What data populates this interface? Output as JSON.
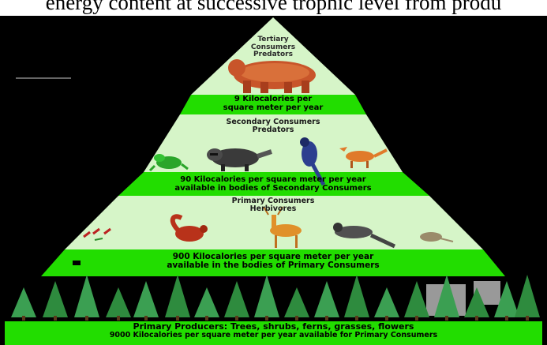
{
  "caption": "energy content at successive trophic level from produ",
  "tertiary": {
    "title_line1": "Tertiary",
    "title_line2": "Consumers",
    "title_line3": "Predators",
    "energy_line1": "9 Kilocalories per",
    "energy_line2": "square meter per year"
  },
  "secondary": {
    "title_line1": "Secondary Consumers",
    "title_line2": "Predators",
    "energy_line1": "90 Kilocalories per square meter per year",
    "energy_line2": "available in bodies of Secondary Consumers"
  },
  "primary": {
    "title_line1": "Primary Consumers",
    "title_line2": "Herbivores",
    "energy_line1": "900 Kilocalories per square meter per year",
    "energy_line2": "available in the bodies of Primary Consumers"
  },
  "producers": {
    "title": "Primary Producers:  Trees, shrubs, ferns, grasses, flowers",
    "energy": "9000 Kilocalories per square meter per year available for Primary Consumers"
  },
  "colors": {
    "level_fill": "#d6f5c8",
    "band": "#22dd00",
    "background": "#000000",
    "trees": "#2e8b3e"
  },
  "icons": [
    "bear-icon",
    "frog-icon",
    "raccoon-icon",
    "blue-jay-icon",
    "fox-icon",
    "insects-icon",
    "squirrel-icon",
    "deer-icon",
    "crow-icon",
    "mouse-icon",
    "pine-tree-icon"
  ]
}
